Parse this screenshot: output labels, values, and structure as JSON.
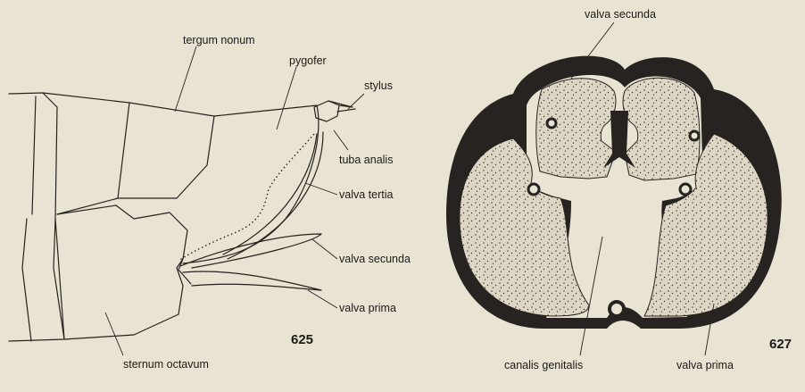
{
  "figure_625": {
    "number": "625",
    "labels": {
      "tergum_nonum": "tergum nonum",
      "pygofer": "pygofer",
      "stylus": "stylus",
      "tuba_analis": "tuba analis",
      "valva_tertia": "valva tertia",
      "valva_secunda": "valva secunda",
      "valva_prima": "valva prima",
      "sternum_octavum": "sternum octavum"
    }
  },
  "figure_627": {
    "number": "627",
    "labels": {
      "valva_secunda": "valva secunda",
      "canalis_genitalis": "canalis genitalis",
      "valva_prima": "valva prima"
    }
  },
  "colors": {
    "background": "#e9e3d3",
    "ink": "#26231f",
    "stipple_fill": "#ddd6c4",
    "thick_wall": "#262320"
  }
}
